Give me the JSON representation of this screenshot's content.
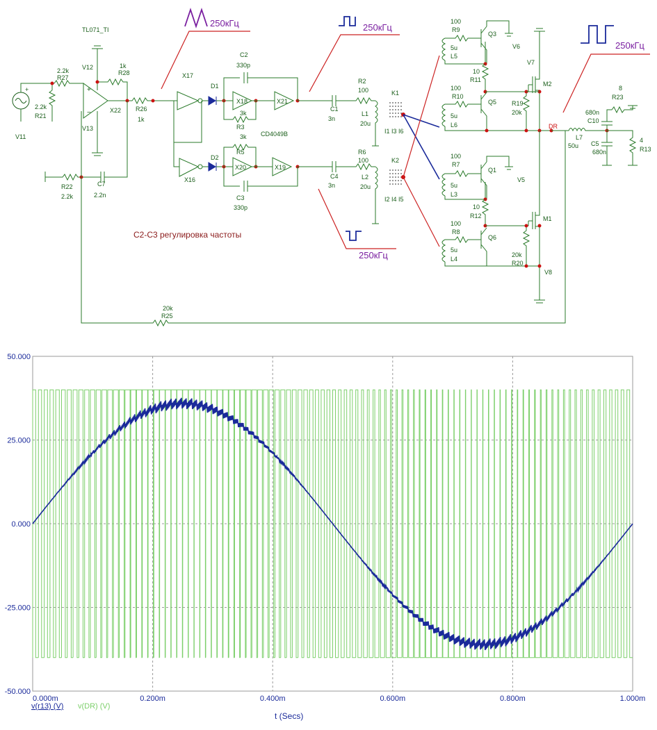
{
  "schematic": {
    "opamp_label": "TL071_TI",
    "freq_label_top_left": "250кГц",
    "freq_label_top_mid": "250кГц",
    "freq_label_top_right": "250кГц",
    "freq_label_bottom": "250кГц",
    "note": "C2-C3 регулировка частоты",
    "buffer_label": "CD4049B",
    "labels": {
      "R27v": "2.2k",
      "R27": "R27",
      "R21v": "2.2k",
      "R21": "R21",
      "V11": "V11",
      "V12": "V12",
      "V13": "V13",
      "R28v": "1k",
      "R28": "R28",
      "X22": "X22",
      "R26": "R26",
      "R26v": "1k",
      "X17": "X17",
      "X16": "X16",
      "D1": "D1",
      "D2": "D2",
      "C2": "C2",
      "C2v": "330p",
      "X18": "X18",
      "X21": "X21",
      "R3v": "3k",
      "R3": "R3",
      "R5v": "3k",
      "R5": "R5",
      "X20": "X20",
      "X19": "X19",
      "C3": "C3",
      "C3v": "330p",
      "R22": "R22",
      "R22v": "2.2k",
      "C7": "C7",
      "C7v": "2.2n",
      "R2": "R2",
      "R2v": "100",
      "L1": "L1",
      "L1v": "20u",
      "C1": "C1",
      "C1v": "3n",
      "R6": "R6",
      "R6v": "100",
      "L2": "L2",
      "L2v": "20u",
      "C4": "C4",
      "C4v": "3n",
      "K1": "K1",
      "K2": "K2",
      "I1I3I6": "I1 I3 I6",
      "I2I4I5": "I2 I4 I5",
      "R9v": "100",
      "R9": "R9",
      "L5v": "5u",
      "L5": "L5",
      "Q3": "Q3",
      "V6": "V6",
      "R11v": "10",
      "R11": "R11",
      "R10v": "100",
      "R10": "R10",
      "Q5": "Q5",
      "L6v": "5u",
      "L6": "L6",
      "R19": "R19",
      "R19v": "20k",
      "V7": "V7",
      "M2": "M2",
      "R7v": "100",
      "R7": "R7",
      "L3v": "5u",
      "L3": "L3",
      "Q1": "Q1",
      "V5": "V5",
      "R12v": "10",
      "R12": "R12",
      "R8v": "100",
      "R8": "R8",
      "Q6": "Q6",
      "L4v": "5u",
      "L4": "L4",
      "R20v": "20k",
      "R20": "R20",
      "M1": "M1",
      "V8": "V8",
      "DR": "DR",
      "L7": "L7",
      "L7v": "50u",
      "C10v": "680n",
      "C10": "C10",
      "C5": "C5",
      "C5v": "680n",
      "R23v": "8",
      "R23": "R23",
      "R13v": "4",
      "R13": "R13",
      "R25v": "20k",
      "R25": "R25"
    }
  },
  "chart_data": {
    "type": "line",
    "xlabel": "t (Secs)",
    "x_ticks": [
      "0.000m",
      "0.200m",
      "0.400m",
      "0.600m",
      "0.800m",
      "1.000m"
    ],
    "y_ticks": [
      "50.000",
      "25.000",
      "0.000",
      "-25.000",
      "-50.000"
    ],
    "xlim": [
      0,
      1.0
    ],
    "ylim": [
      -50,
      50
    ],
    "grid": true,
    "series": [
      {
        "name": "v(r13) (V)",
        "color": "#1a2a9a",
        "kind": "sine",
        "amplitude": 36,
        "period_ms": 1.0,
        "ripple": 2.5
      },
      {
        "name": "v(DR) (V)",
        "color": "#7ccf6a",
        "kind": "pwm",
        "high": 40,
        "low": -40,
        "pulses": 104
      }
    ]
  },
  "colors": {
    "wire": "#2a7a2a",
    "node": "#cc1111",
    "annotation_red": "#cc2222",
    "annotation_blue": "#1a2a9a",
    "freq_purple": "#7a1fa0",
    "note_text": "#8a1a1a",
    "grid": "#999999"
  }
}
